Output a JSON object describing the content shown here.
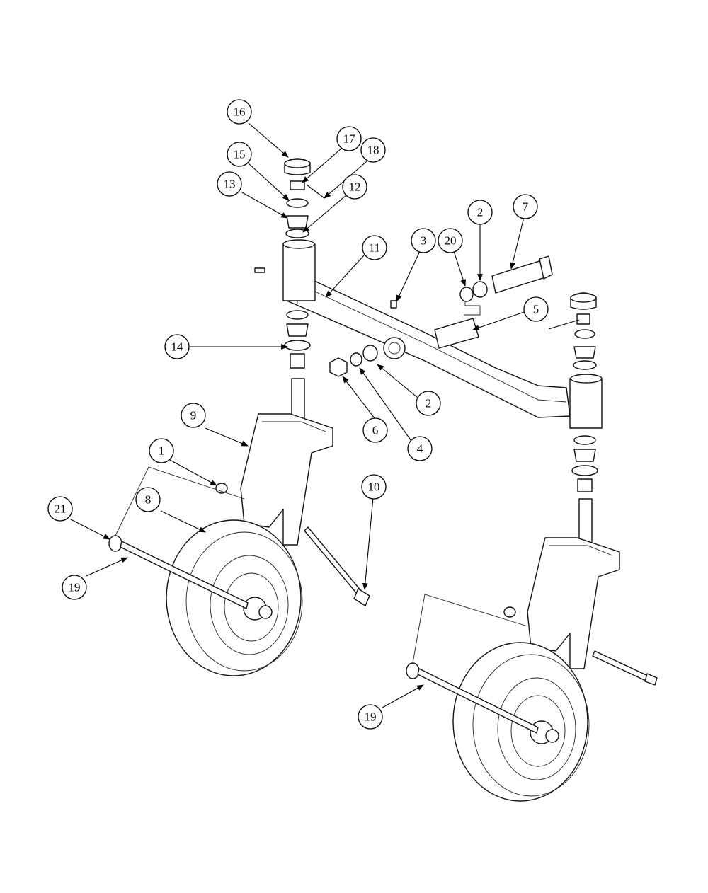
{
  "callouts": [
    {
      "label": "16"
    },
    {
      "label": "17"
    },
    {
      "label": "18"
    },
    {
      "label": "15"
    },
    {
      "label": "13"
    },
    {
      "label": "12"
    },
    {
      "label": "11"
    },
    {
      "label": "3"
    },
    {
      "label": "20"
    },
    {
      "label": "2"
    },
    {
      "label": "7"
    },
    {
      "label": "5"
    },
    {
      "label": "14"
    },
    {
      "label": "2"
    },
    {
      "label": "4"
    },
    {
      "label": "6"
    },
    {
      "label": "9"
    },
    {
      "label": "1"
    },
    {
      "label": "10"
    },
    {
      "label": "8"
    },
    {
      "label": "21"
    },
    {
      "label": "19"
    },
    {
      "label": "19"
    }
  ]
}
